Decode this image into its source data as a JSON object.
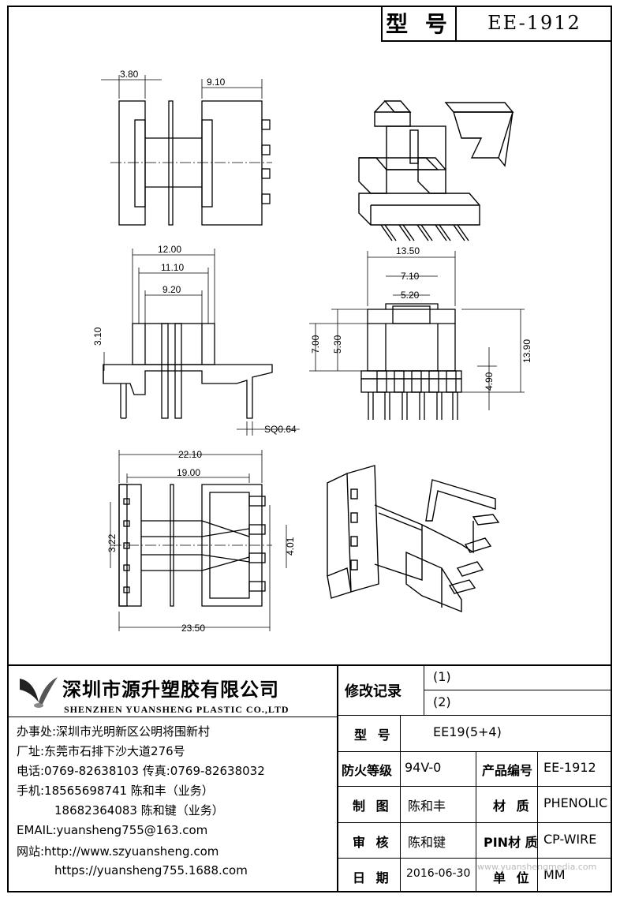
{
  "header": {
    "model_label": "型 号",
    "model_value": "EE-1912"
  },
  "dims": {
    "d380": "3.80",
    "d910": "9.10",
    "d1200": "12.00",
    "d1110": "11.10",
    "d920": "9.20",
    "d310": "3.10",
    "sq064": "SQ0.64",
    "d1350": "13.50",
    "d710": "7.10",
    "d520": "5.20",
    "d700": "7.00",
    "d530": "5.30",
    "d490": "4.90",
    "d1390": "13.90",
    "d2210": "22.10",
    "d1900": "19.00",
    "d322": "3.22",
    "d401": "4.01",
    "d2350": "23.50"
  },
  "company": {
    "name_cn": "深圳市源升塑胶有限公司",
    "name_en": "SHENZHEN YUANSHENG PLASTIC CO.,LTD",
    "office": "办事处:深圳市光明新区公明将围新村",
    "factory": "厂址:东莞市石排下沙大道276号",
    "phone": "电话:0769-82638103 传真:0769-82638032",
    "mobile1": "手机:18565698741 陈和丰（业务）",
    "mobile2": "18682364083 陈和键（业务）",
    "email": "EMAIL:yuansheng755@163.com",
    "website_label": "网站:http://www.szyuansheng.com",
    "website2": "https://yuansheng755.1688.com"
  },
  "table": {
    "revision_label": "修改记录",
    "rev1": "(1)",
    "rev2": "(2)",
    "model_label": "型 号",
    "model_value": "EE19(5+4)",
    "fire_label": "防火等级",
    "fire_value": "94V-0",
    "product_no_label": "产品编号",
    "product_no_value": "EE-1912",
    "drawn_label": "制 图",
    "drawn_value": "陈和丰",
    "material_label": "材 质",
    "material_value": "PHENOLIC",
    "review_label": "审 核",
    "review_value": "陈和键",
    "pin_label": "PIN材 质",
    "pin_value": "CP-WIRE",
    "date_label": "日 期",
    "date_value": "2016-06-30",
    "unit_label": "单 位",
    "unit_value": "MM"
  },
  "watermark": "www.yuanshengmedia.com"
}
